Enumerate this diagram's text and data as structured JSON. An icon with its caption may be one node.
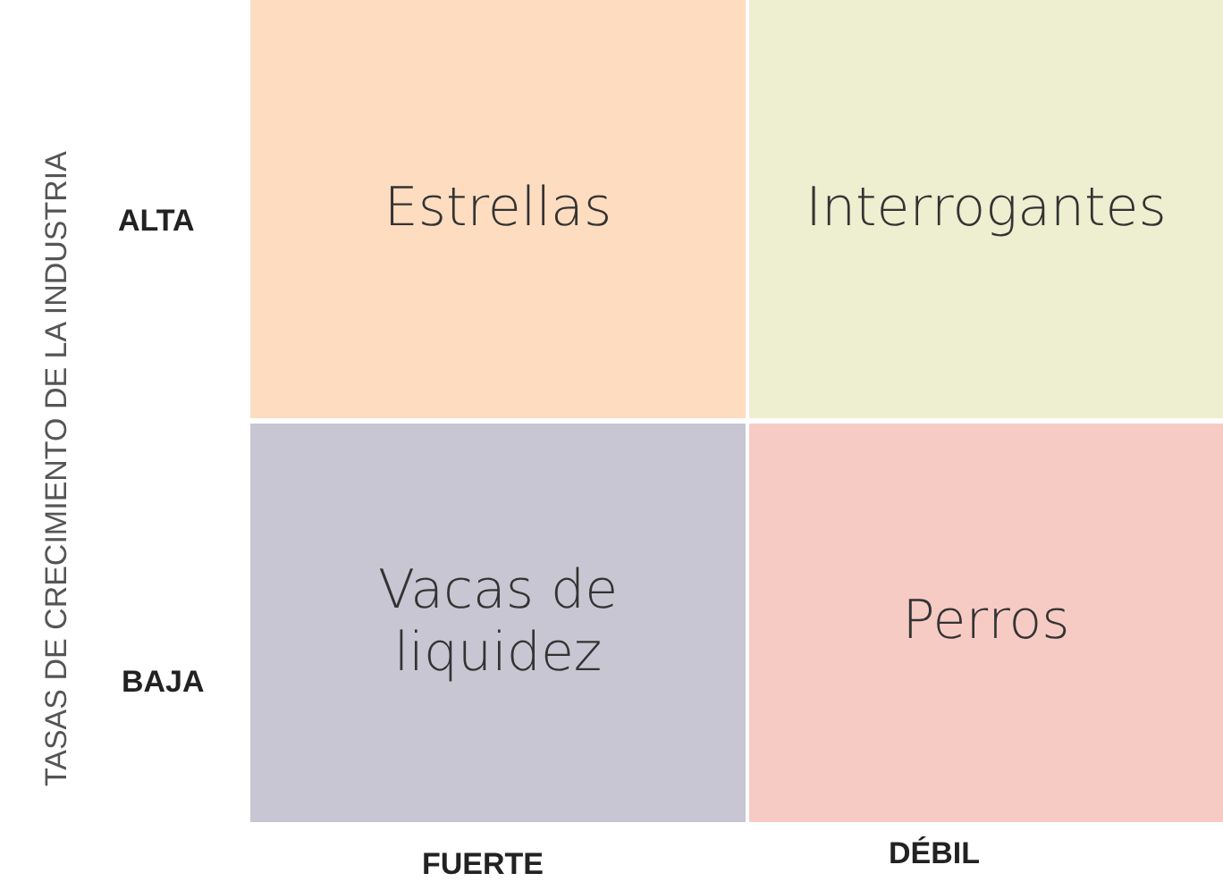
{
  "diagram": {
    "nodes": [
      {
        "text": [
          "Estrellas"
        ]
      },
      {
        "text": [
          "Interrogantes"
        ]
      },
      {
        "text": [
          "Vacas de liquidez"
        ]
      },
      {
        "text": [
          "Perros"
        ]
      }
    ],
    "labels": [
      "TASAS DE CRECIMIENTO DE LA INDUSTRIA",
      "ALTA",
      "BAJA",
      "FUERTE",
      "DÉBIL"
    ]
  }
}
